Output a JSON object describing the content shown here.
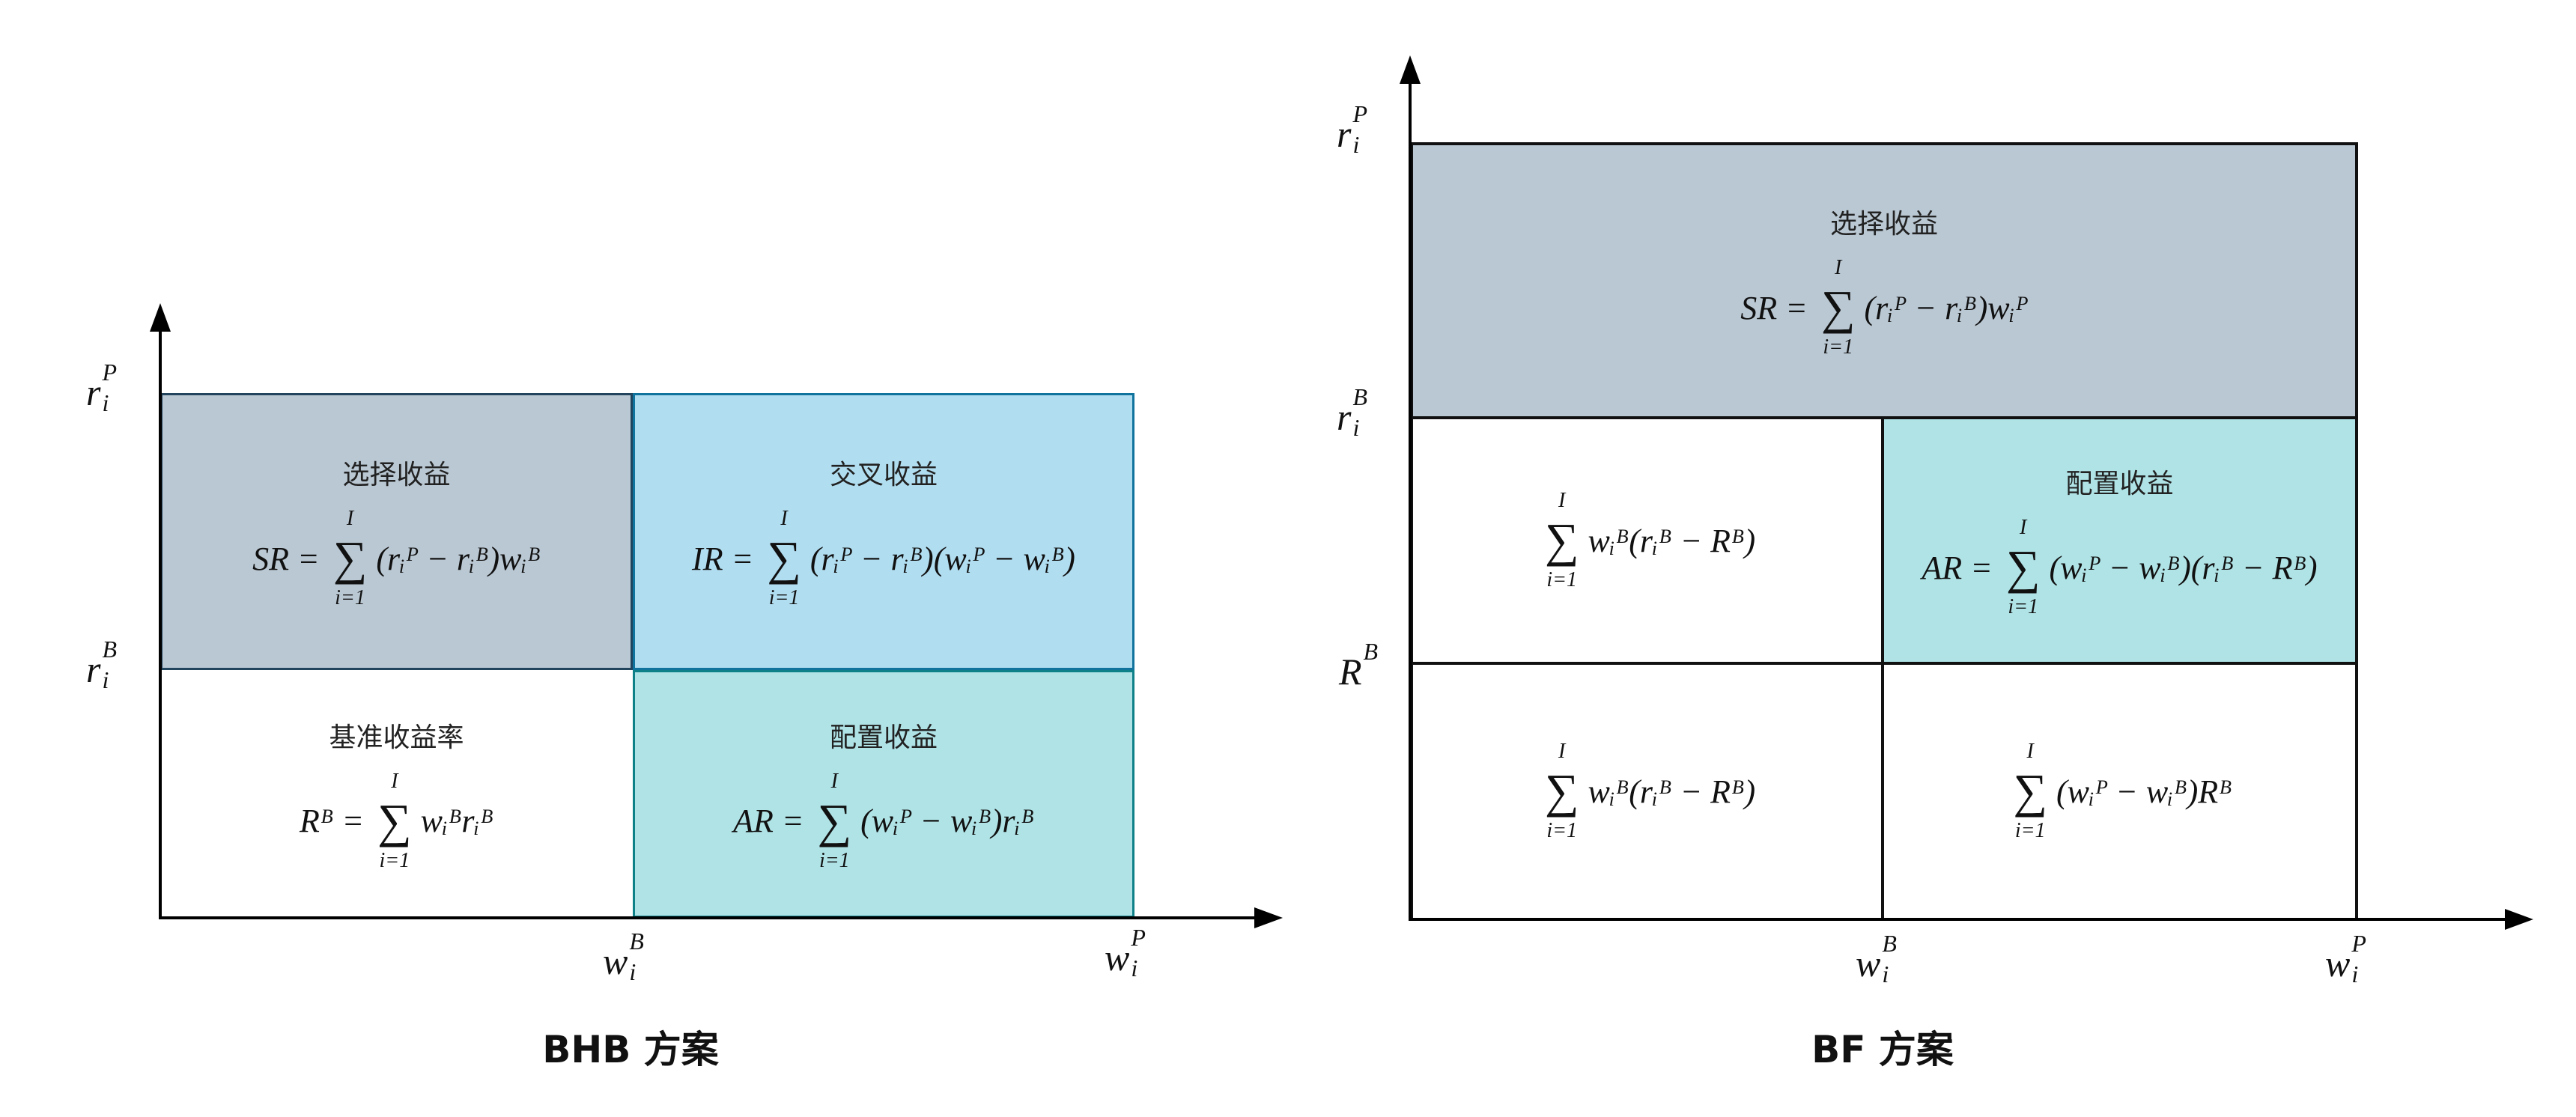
{
  "colors": {
    "selection": "#bac8d3",
    "selection_border": "#23445d",
    "interaction": "#b1ddf0",
    "interaction_border": "#10739e",
    "allocation": "#b0e3e6",
    "allocation_border": "#0e8088"
  },
  "bhb": {
    "title": "BHB 方案",
    "y_labels": [
      {
        "base": "r",
        "sub": "i",
        "sup": "P"
      },
      {
        "base": "r",
        "sub": "i",
        "sup": "B"
      }
    ],
    "x_labels": [
      {
        "base": "w",
        "sub": "i",
        "sup": "B"
      },
      {
        "base": "w",
        "sub": "i",
        "sup": "P"
      }
    ],
    "cells": {
      "selection": {
        "label": "选择收益",
        "lhs": "SR =",
        "upper": "I",
        "lower": "i=1",
        "body": "(rᵢᴾ − rᵢᴮ)wᵢᴮ"
      },
      "interaction": {
        "label": "交叉收益",
        "lhs": "IR =",
        "upper": "I",
        "lower": "i=1",
        "body": "(rᵢᴾ − rᵢᴮ)(wᵢᴾ − wᵢᴮ)"
      },
      "benchmark": {
        "label": "基准收益率",
        "lhs": "Rᴮ =",
        "upper": "I",
        "lower": "i=1",
        "body": "wᵢᴮrᵢᴮ"
      },
      "allocation": {
        "label": "配置收益",
        "lhs": "AR =",
        "upper": "I",
        "lower": "i=1",
        "body": "(wᵢᴾ − wᵢᴮ)rᵢᴮ"
      }
    }
  },
  "bf": {
    "title": "BF 方案",
    "y_labels": [
      {
        "base": "r",
        "sub": "i",
        "sup": "P"
      },
      {
        "base": "r",
        "sub": "i",
        "sup": "B"
      },
      {
        "base": "R",
        "sub": "",
        "sup": "B"
      }
    ],
    "x_labels": [
      {
        "base": "w",
        "sub": "i",
        "sup": "B"
      },
      {
        "base": "w",
        "sub": "i",
        "sup": "P"
      }
    ],
    "cells": {
      "selection": {
        "label": "选择收益",
        "lhs": "SR =",
        "upper": "I",
        "lower": "i=1",
        "body": "(rᵢᴾ − rᵢᴮ)wᵢᴾ"
      },
      "mid_left": {
        "upper": "I",
        "lower": "i=1",
        "body": "wᵢᴮ(rᵢᴮ − Rᴮ)"
      },
      "allocation": {
        "label": "配置收益",
        "lhs": "AR =",
        "upper": "I",
        "lower": "i=1",
        "body": "(wᵢᴾ − wᵢᴮ)(rᵢᴮ − Rᴮ)"
      },
      "bottom_left": {
        "upper": "I",
        "lower": "i=1",
        "body": "wᵢᴮ(rᵢᴮ − Rᴮ)"
      },
      "bottom_right": {
        "upper": "I",
        "lower": "i=1",
        "body": "(wᵢᴾ − wᵢᴮ)Rᴮ"
      }
    }
  }
}
